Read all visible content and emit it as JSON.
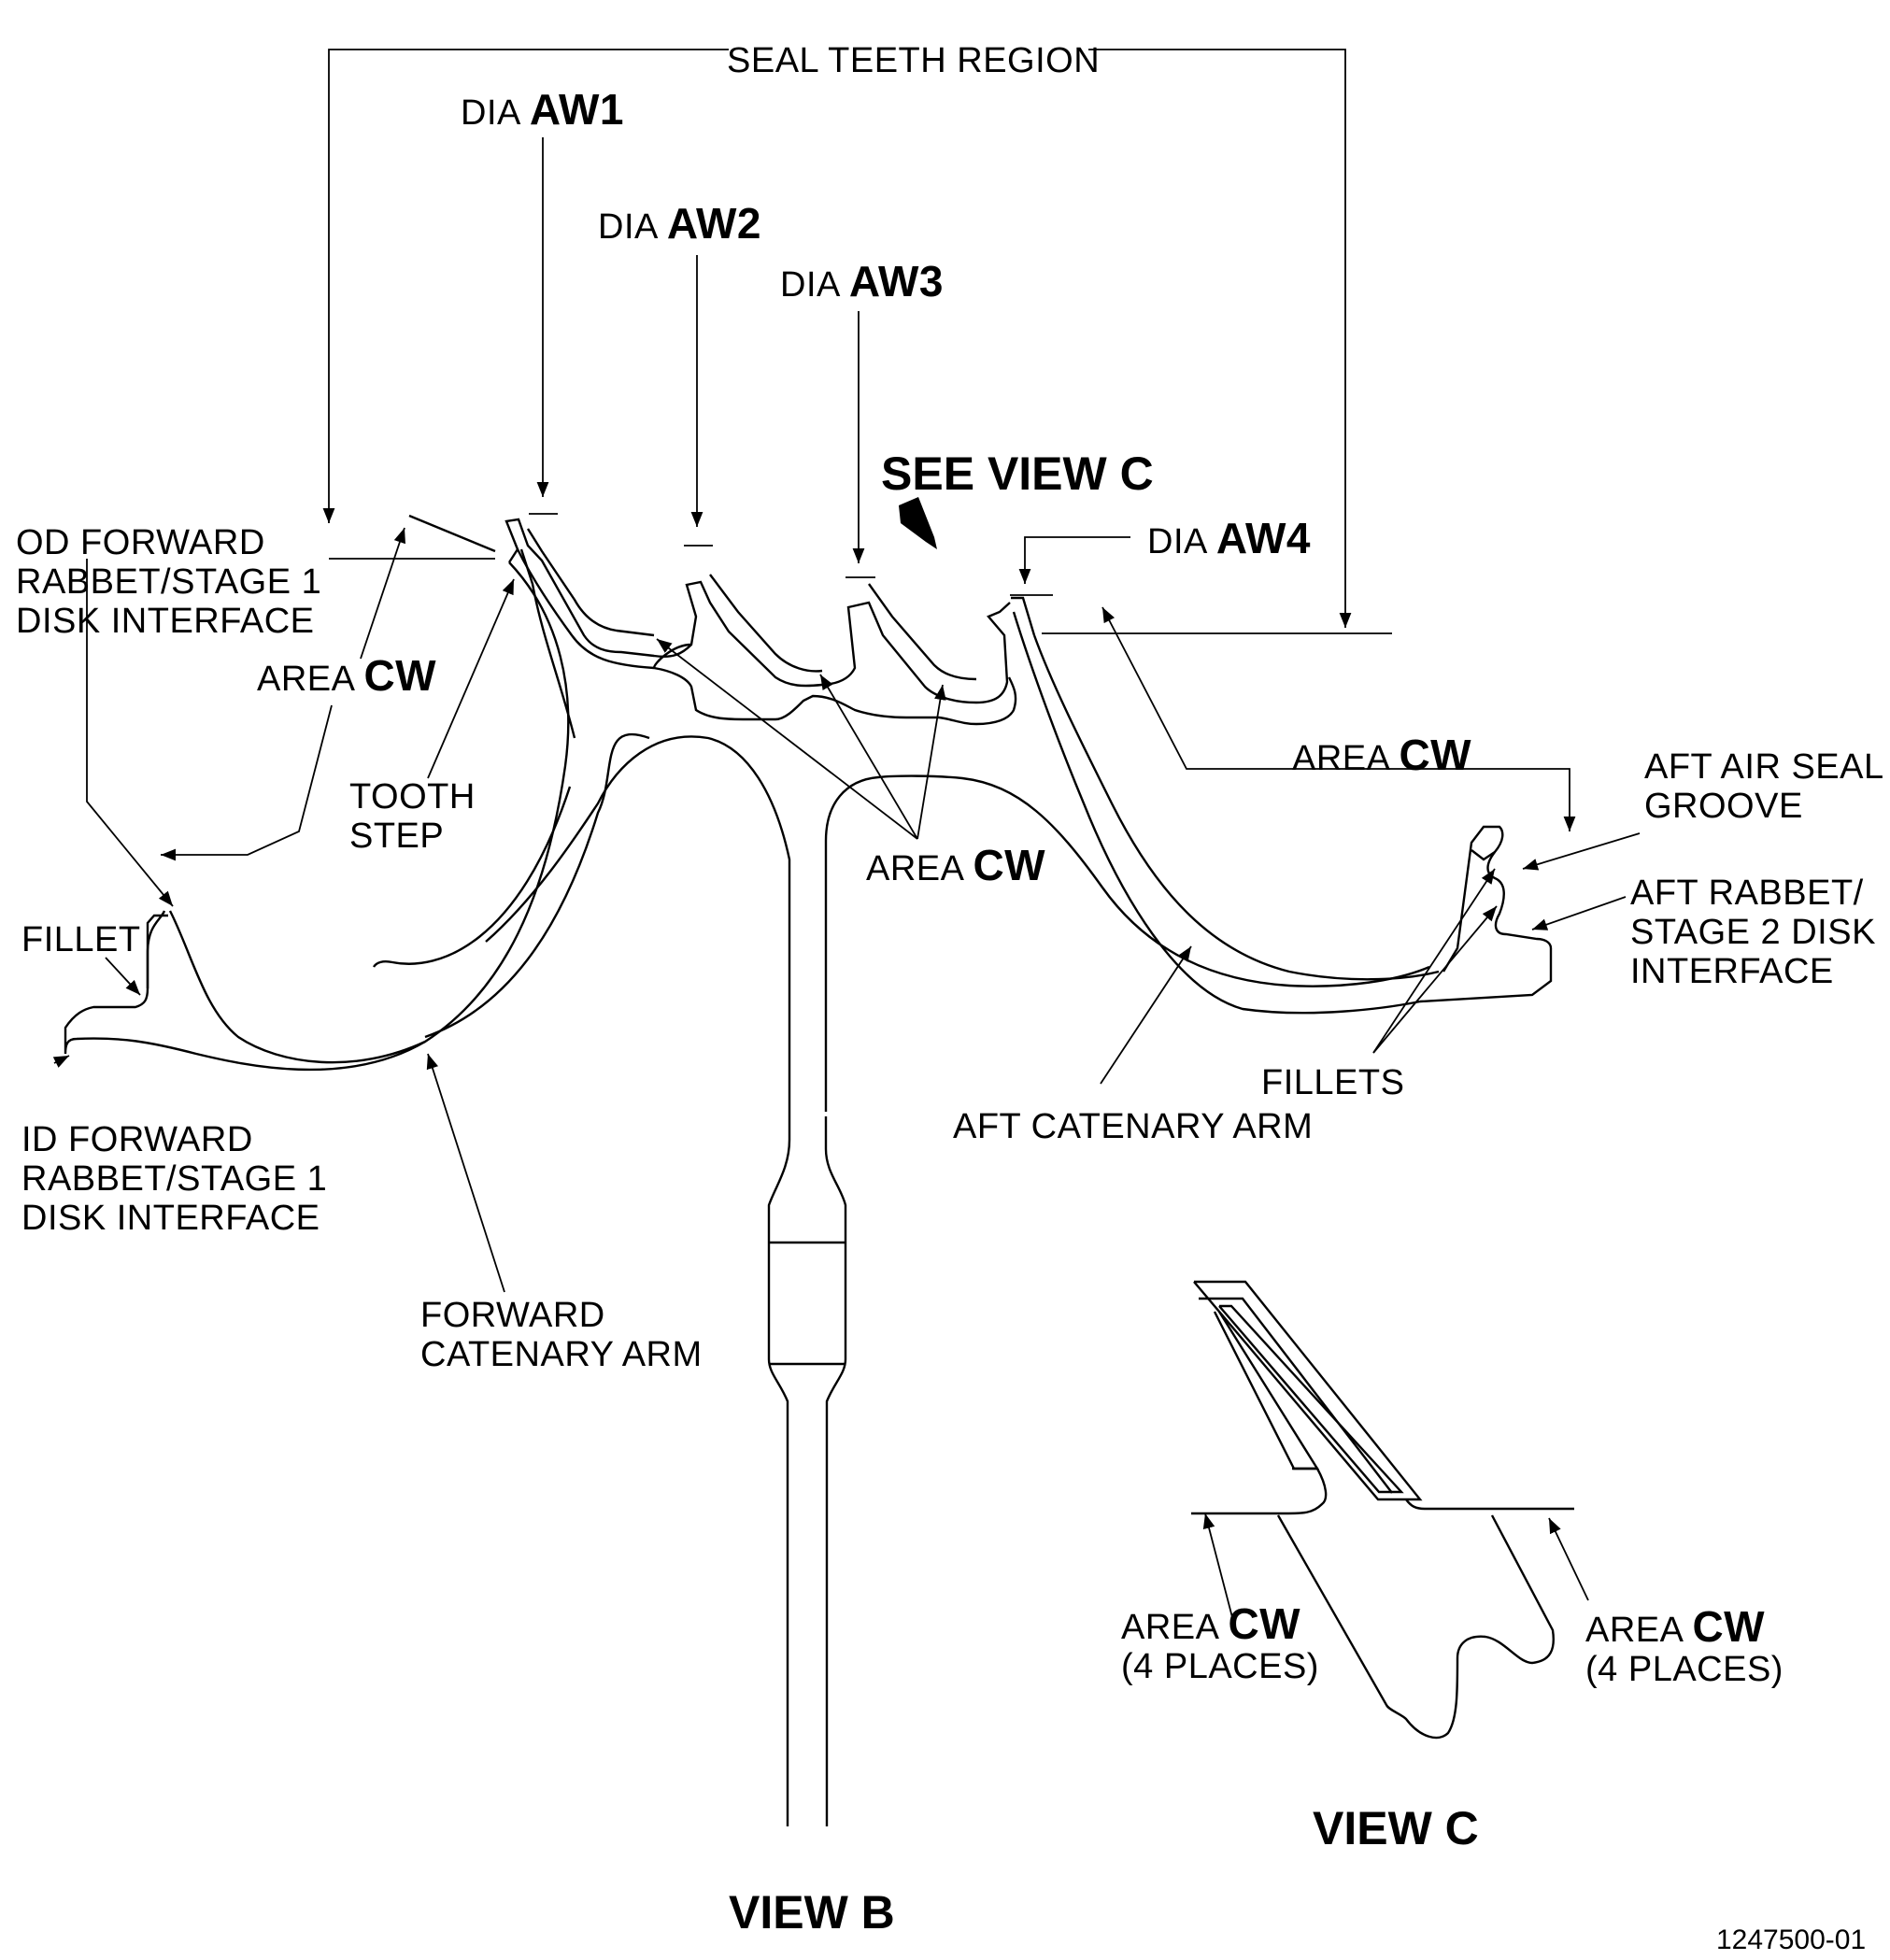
{
  "labels": {
    "seal_teeth_region": "SEAL TEETH REGION",
    "dia_prefix": "DIA",
    "aw1": "AW1",
    "aw2": "AW2",
    "aw3": "AW3",
    "aw4": "AW4",
    "see_view_c": "SEE VIEW C",
    "od_forward": [
      "OD FORWARD",
      "RABBET/STAGE 1",
      "DISK INTERFACE"
    ],
    "area_prefix": "AREA",
    "cw": "CW",
    "tooth_step": [
      "TOOTH",
      "STEP"
    ],
    "fillet": "FILLET",
    "id_forward": [
      "ID FORWARD",
      "RABBET/STAGE 1",
      "DISK INTERFACE"
    ],
    "forward_catenary_arm": [
      "FORWARD",
      "CATENARY ARM"
    ],
    "aft_air_seal_groove": [
      "AFT AIR SEAL",
      "GROOVE"
    ],
    "aft_rabbet": [
      "AFT RABBET/",
      "STAGE 2 DISK",
      "INTERFACE"
    ],
    "fillets": "FILLETS",
    "aft_catenary_arm": "AFT CATENARY ARM",
    "four_places": "(4 PLACES)",
    "view_b": "VIEW B",
    "view_c": "VIEW C",
    "figure_number": "1247500-01"
  }
}
